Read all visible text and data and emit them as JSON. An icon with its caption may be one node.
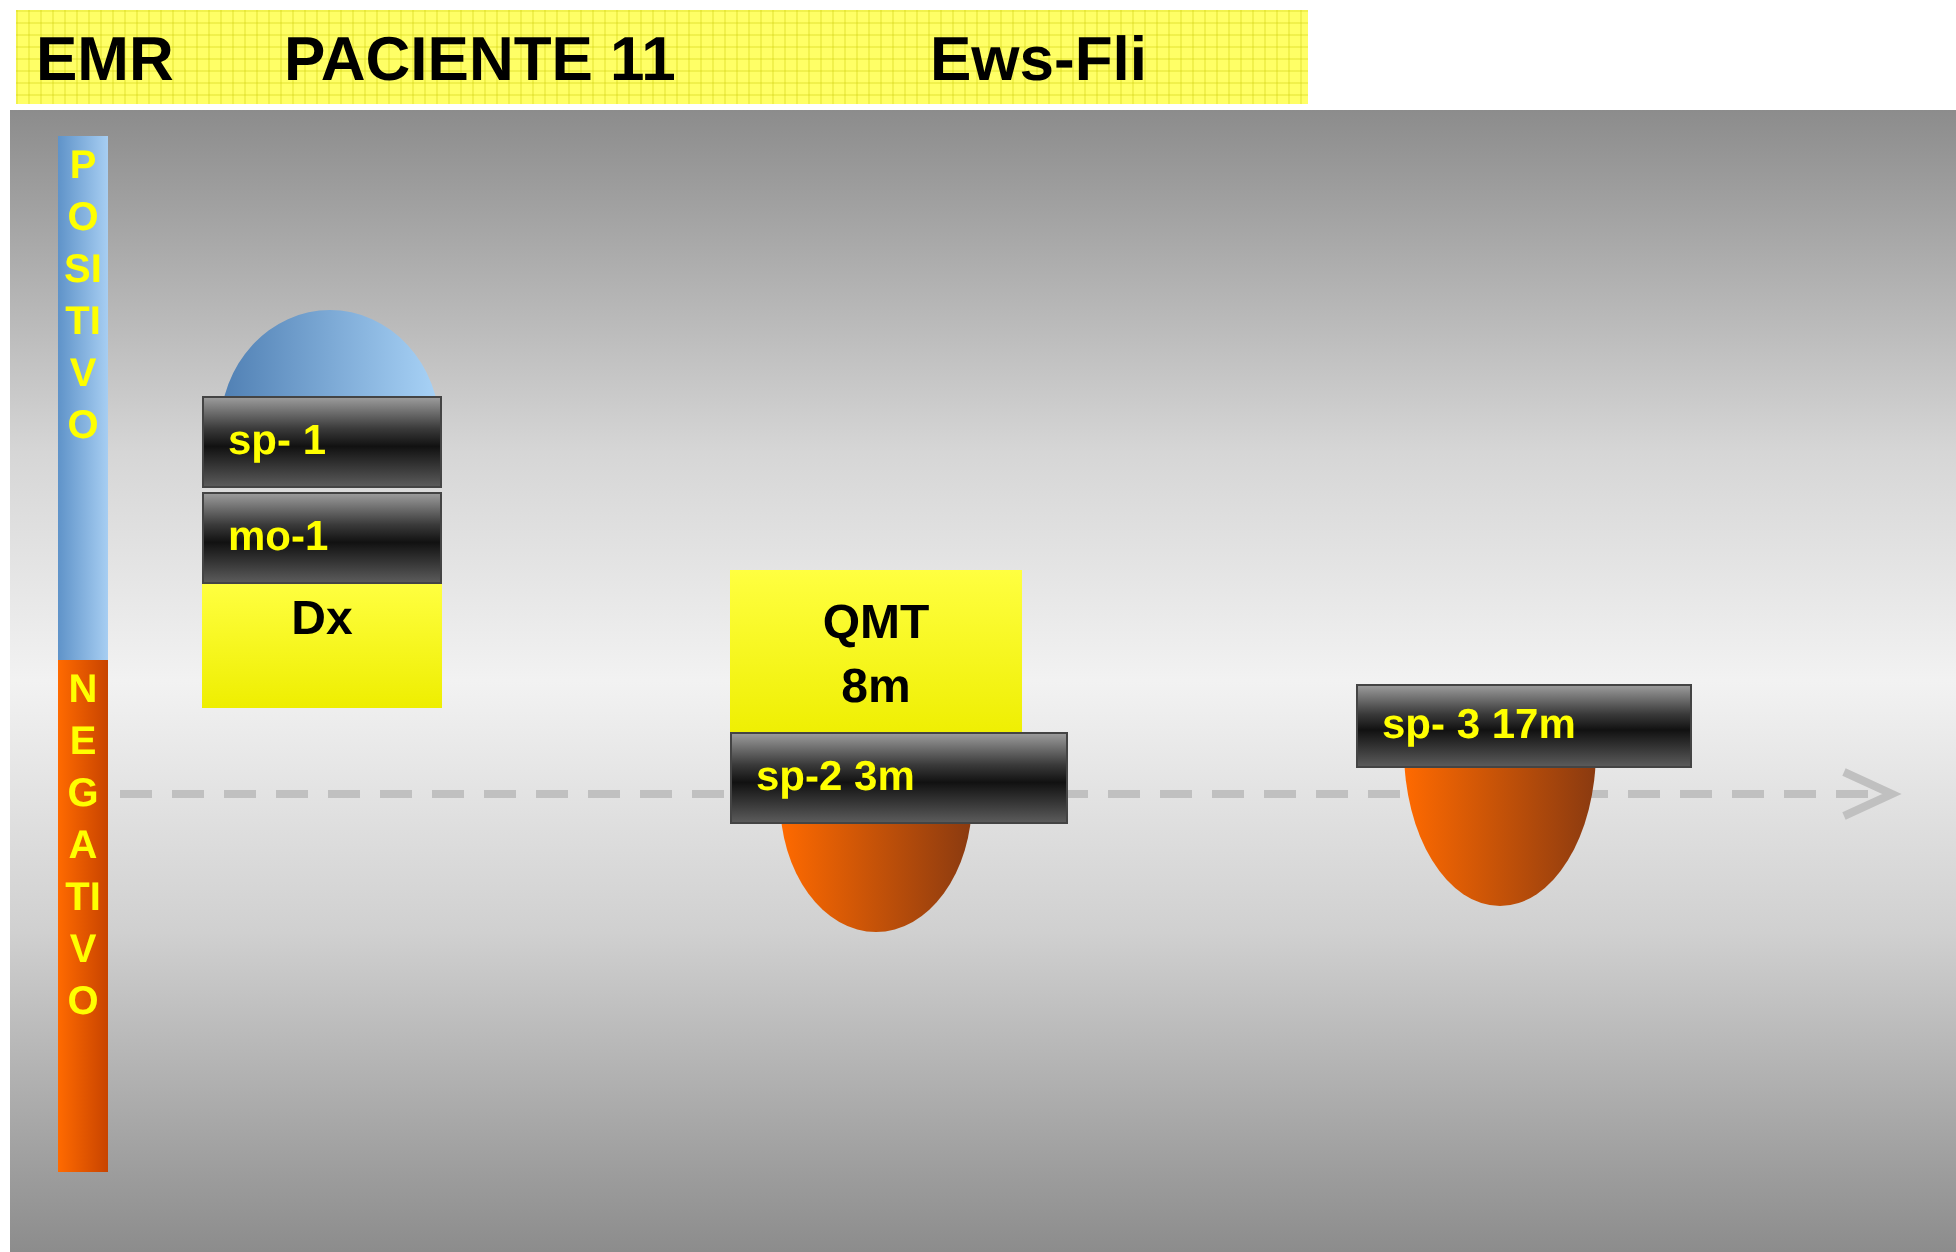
{
  "diagram": {
    "nodes": [
      {
        "text": [
          "POSITIVO"
        ]
      },
      {
        "text": [
          "NEGATIVO"
        ]
      },
      {
        "text": [],
        "shape": "circle"
      },
      {
        "text": [
          "sp- 1"
        ]
      },
      {
        "text": [
          "mo-1"
        ]
      },
      {
        "text": [
          "Dx"
        ]
      },
      {
        "text": [
          "QMT 8m"
        ]
      },
      {
        "text": [
          "sp-2 3m"
        ]
      },
      {
        "text": [],
        "shape": "circle"
      },
      {
        "text": [
          "sp- 3 17m"
        ]
      },
      {
        "text": [],
        "shape": "circle"
      }
    ],
    "labels": [
      "EMR",
      "PACIENTE 11",
      "Ews-Fli"
    ]
  }
}
